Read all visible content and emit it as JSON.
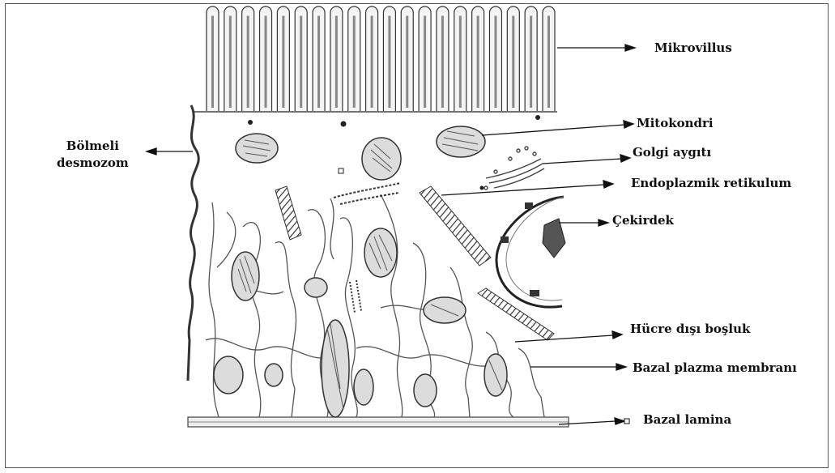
{
  "labels": {
    "mikrovillus": "Mikrovillus",
    "mitokondri": "Mitokondri",
    "golgi": "Golgi aygıtı",
    "endoplazmik": "Endoplazmik retikulum",
    "cekirdek": "Çekirdek",
    "hucre_disi": "Hücre dışı boşluk",
    "bazal_plazma": "Bazal plazma membranı",
    "bazal_lamina": "Bazal lamina",
    "bolmeli_line1": "Bölmeli",
    "bolmeli_line2": "desmozom"
  },
  "colors": {
    "ink": "#222222",
    "mito_fill": "#d9d9d9",
    "hatch": "#555555"
  }
}
